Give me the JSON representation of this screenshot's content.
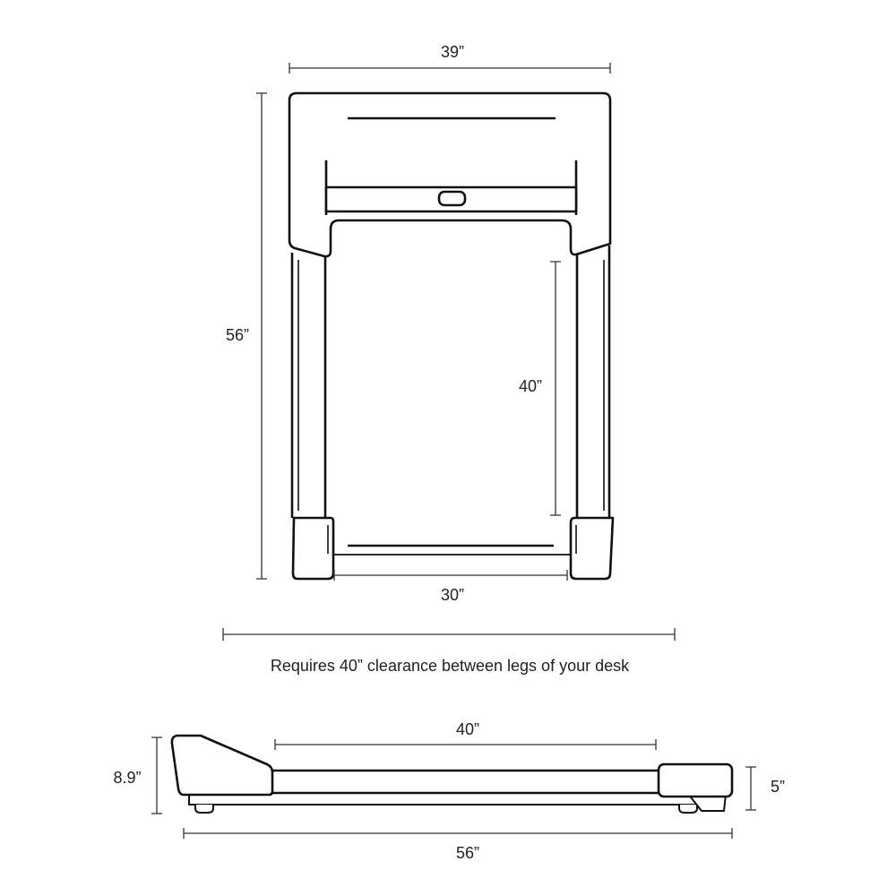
{
  "top_view": {
    "width_label": "39”",
    "length_label": "56”",
    "deck_length_label": "40”",
    "rear_width_label": "30”",
    "clearance_note": "Requires 40” clearance between legs of your desk"
  },
  "side_view": {
    "deck_length_label": "40”",
    "front_height_label": "8.9”",
    "rear_height_label": "5”",
    "length_label": "56”"
  }
}
